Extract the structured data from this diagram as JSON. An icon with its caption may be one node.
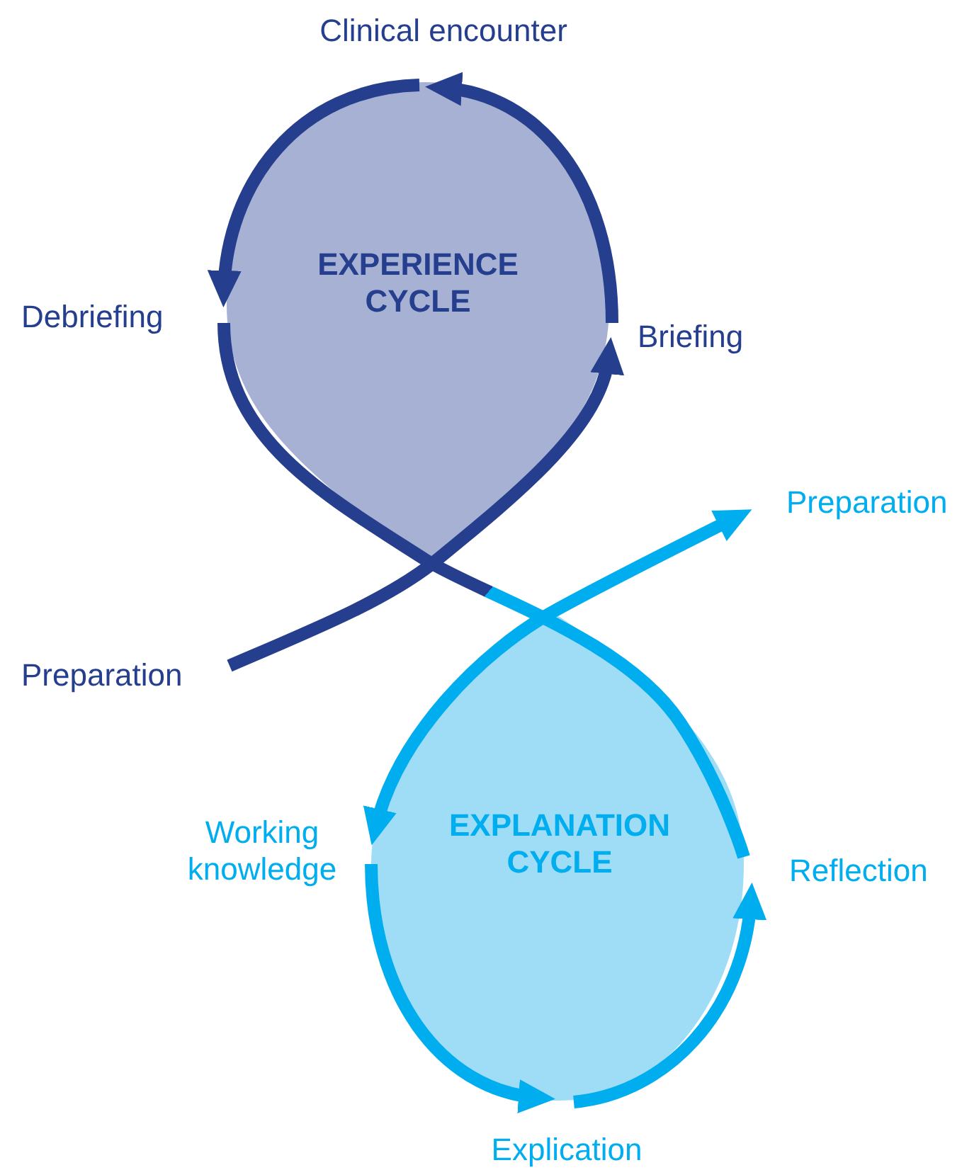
{
  "diagram": {
    "nodes": [
      {
        "text": [
          "EXPERIENCE CYCLE"
        ]
      },
      {
        "text": [
          "EXPLANATION CYCLE"
        ]
      }
    ],
    "edges": [
      {
        "from": 0,
        "to": 1,
        "arrow": "none"
      }
    ],
    "labels": [
      "Clinical encounter",
      "Debriefing",
      "Briefing",
      "Preparation",
      "Preparation",
      "Working knowledge",
      "Reflection",
      "Explication"
    ]
  }
}
